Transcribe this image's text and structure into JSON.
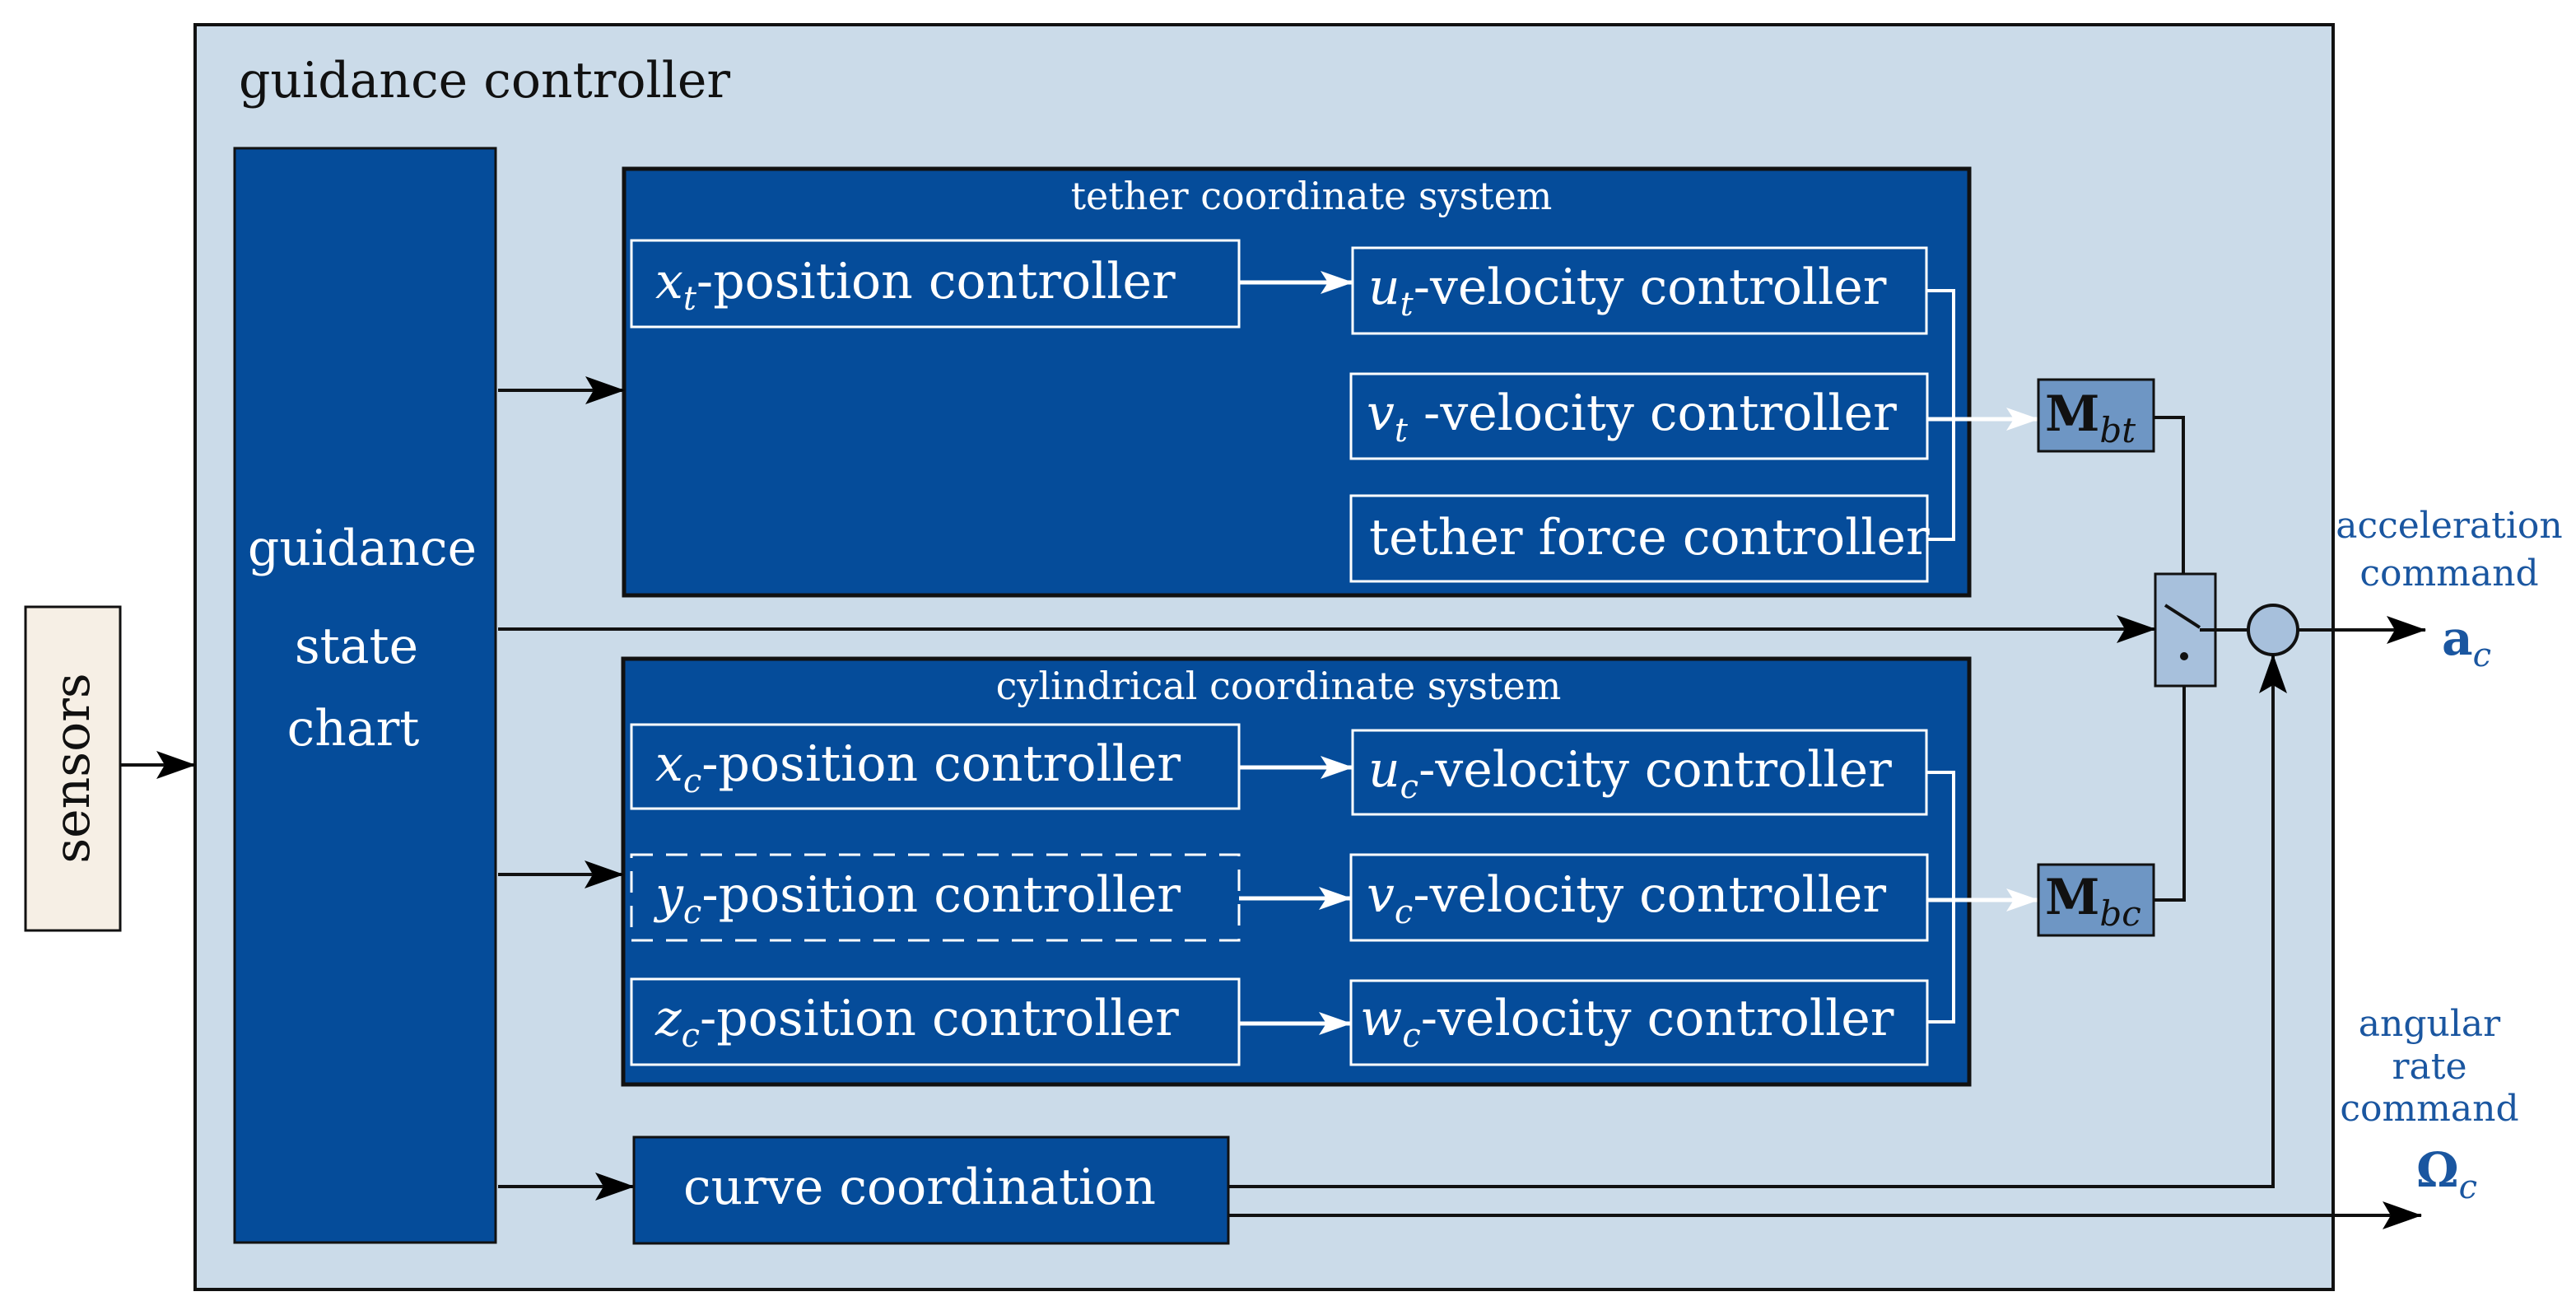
{
  "colors": {
    "outer_fill": "#cbdbe9",
    "dark_block": "#054c9a",
    "mixer_fill": "#6e96c4",
    "switch_fill": "#a7c0dc",
    "sensors_fill": "#f6efe5",
    "accent_text": "#1a56a0"
  },
  "sensors": {
    "label": "sensors"
  },
  "guidance_controller": {
    "title": "guidance controller"
  },
  "state_chart": {
    "line1": "guidance",
    "line2": "state",
    "line3": "chart"
  },
  "tether_system": {
    "title": "tether coordinate system",
    "x_pos": {
      "var": "x",
      "sub": "t",
      "rest": "-position controller"
    },
    "u_vel": {
      "var": "u",
      "sub": "t",
      "rest": "-velocity  controller"
    },
    "v_vel": {
      "var": "v",
      "sub": "t",
      "rest": " -velocity controller"
    },
    "force": {
      "label": "tether force controller"
    }
  },
  "cyl_system": {
    "title": "cylindrical coordinate system",
    "x_pos": {
      "var": "x",
      "sub": "c",
      "rest": "-position controller"
    },
    "y_pos": {
      "var": "y",
      "sub": "c",
      "rest": "-position controller"
    },
    "z_pos": {
      "var": "z",
      "sub": "c",
      "rest": "-position controller"
    },
    "u_vel": {
      "var": "u",
      "sub": "c",
      "rest": "-velocity  controller"
    },
    "v_vel": {
      "var": "v",
      "sub": "c",
      "rest": "-velocity controller"
    },
    "w_vel": {
      "var": "w",
      "sub": "c",
      "rest": "-velocity  controller"
    }
  },
  "mixers": {
    "bt": {
      "main": "M",
      "sub": "bt"
    },
    "bc": {
      "main": "M",
      "sub": "bc"
    }
  },
  "curve": {
    "label": "curve coordination"
  },
  "outputs": {
    "accel": {
      "line1": "acceleration",
      "line2": "command",
      "sym": "a",
      "sub": "c"
    },
    "angular": {
      "line1": "angular",
      "line2": "rate",
      "line3": "command",
      "sym": "Ω",
      "sub": "c"
    }
  }
}
